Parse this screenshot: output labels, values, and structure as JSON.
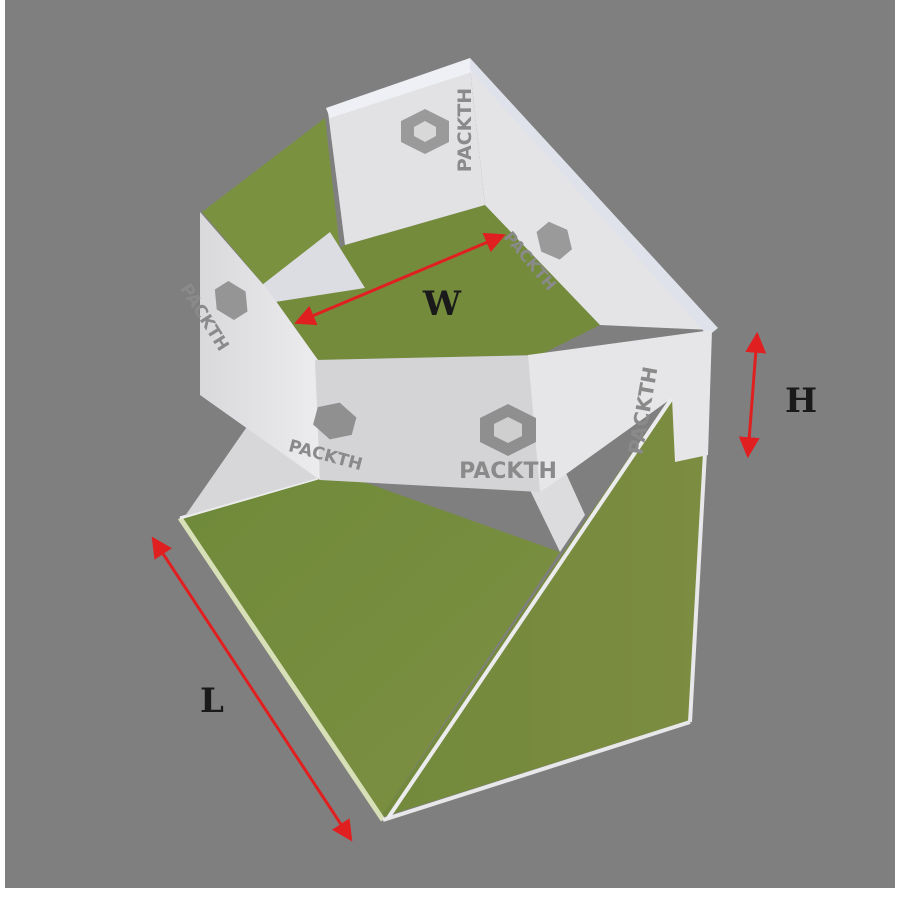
{
  "brand": {
    "name": "PACKTH",
    "logo_icon": "box-logo-icon"
  },
  "dimensions": {
    "width_label": "W",
    "height_label": "H",
    "length_label": "L"
  },
  "colors": {
    "background": "#7f7f7f",
    "board_green": "#7a8f3e",
    "board_white": "#e6e6e8",
    "arrow": "#e02020"
  }
}
